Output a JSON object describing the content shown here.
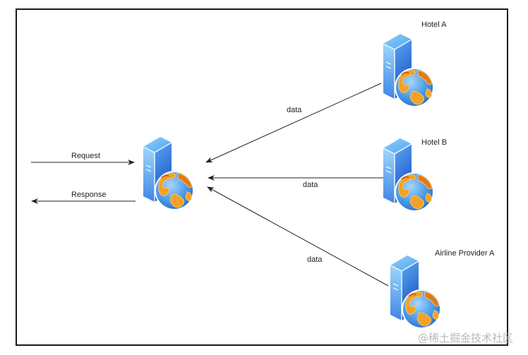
{
  "diagram": {
    "type": "architecture",
    "nodes": {
      "aggregator": {
        "label": ""
      },
      "hotel_a": {
        "label": "Hotel A"
      },
      "hotel_b": {
        "label": "Hotel B"
      },
      "airline_a": {
        "label": "Airline Provider A"
      }
    },
    "edges": {
      "request": {
        "label": "Request",
        "from": "client",
        "to": "aggregator"
      },
      "response": {
        "label": "Response",
        "from": "aggregator",
        "to": "client"
      },
      "hotel_a_data": {
        "label": "data",
        "from": "hotel_a",
        "to": "aggregator"
      },
      "hotel_b_data": {
        "label": "data",
        "from": "hotel_b",
        "to": "aggregator"
      },
      "airline_a_data": {
        "label": "data",
        "from": "airline_a",
        "to": "aggregator"
      }
    }
  },
  "watermark": "@稀土掘金技术社区",
  "colors": {
    "server_light": "#7cc4f7",
    "server_dark": "#1e56c8",
    "globe_ocean": "#4a9de8",
    "globe_land": "#f2a227",
    "globe_land_dark": "#d86a12",
    "edge": "#222222",
    "border": "#1a1a1a"
  }
}
